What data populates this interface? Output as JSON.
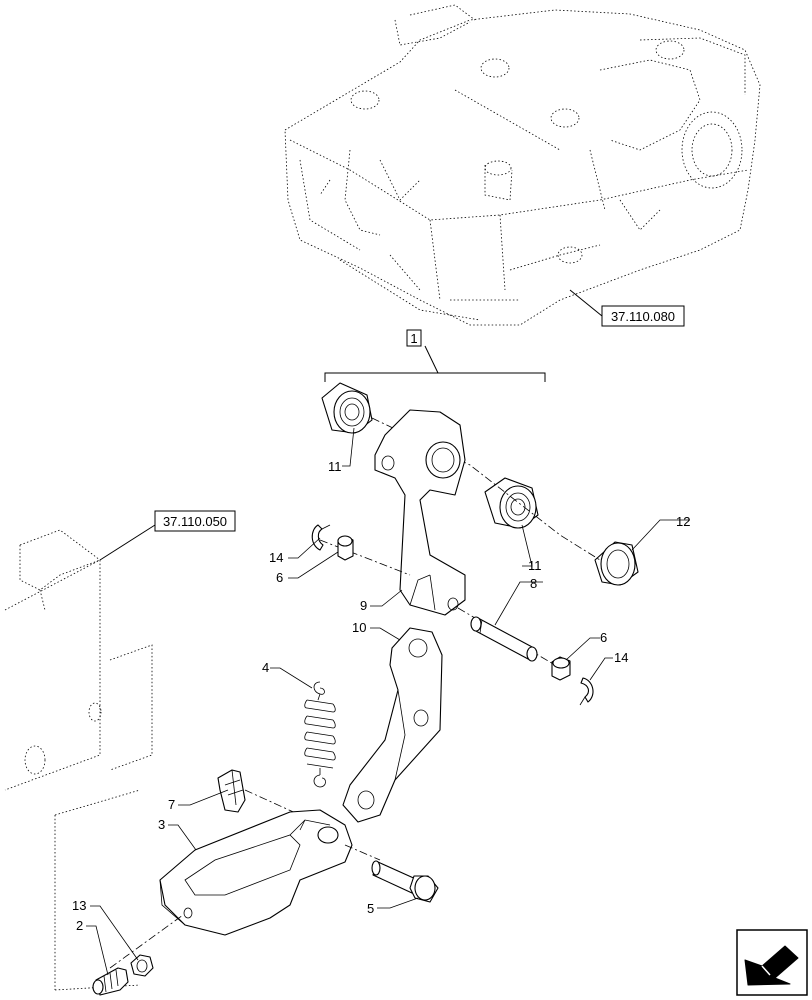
{
  "references": {
    "housing": "37.110.080",
    "plate": "37.110.050"
  },
  "kit_label": "1",
  "callouts": {
    "p2": "2",
    "p3": "3",
    "p4": "4",
    "p5": "5",
    "p6a": "6",
    "p6b": "6",
    "p7": "7",
    "p8": "8",
    "p9": "9",
    "p10": "10",
    "p11a": "11",
    "p11b": "11",
    "p12": "12",
    "p13": "13",
    "p14a": "14",
    "p14b": "14"
  },
  "nav": {
    "icon": "next-page-arrow-icon"
  }
}
